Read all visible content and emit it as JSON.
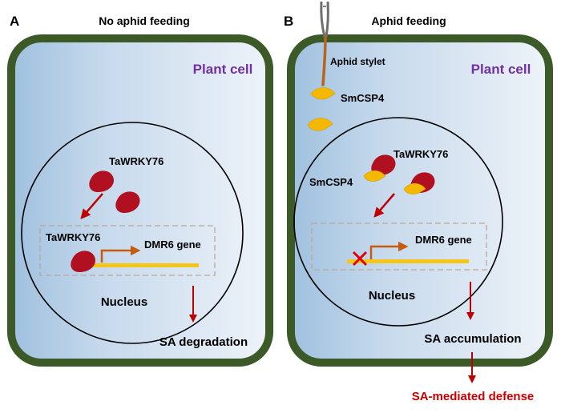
{
  "panel_a": {
    "letter": "A",
    "title": "No aphid feeding",
    "cell_label": "Plant cell",
    "protein_label": "TaWRKY76",
    "promoter_protein_label": "TaWRKY76",
    "gene_label": "DMR6 gene",
    "nucleus_label": "Nucleus",
    "outcome": "SA degradation"
  },
  "panel_b": {
    "letter": "B",
    "title": "Aphid feeding",
    "stylet_label": "Aphid stylet",
    "cell_label": "Plant cell",
    "effector_label": "SmCSP4",
    "complex_effector_label": "SmCSP4",
    "protein_label": "TaWRKY76",
    "gene_label": "DMR6 gene",
    "nucleus_label": "Nucleus",
    "outcome": "SA accumulation",
    "final_outcome": "SA-mediated defense"
  },
  "colors": {
    "cell_wall": "#3b5a28",
    "cytoplasm_light": "#eef3f9",
    "cytoplasm_dark": "#9fc0de",
    "plant_cell_label": "#7030a0",
    "wrky_protein": "#b01020",
    "csp4_protein": "#f5b800",
    "arrow": "#c00000",
    "promoter_arrow": "#c55a11",
    "gene_bar": "#f5c518",
    "stylet": "#b5651d",
    "inhibition_x": "#e00000",
    "defense_text": "#cc0000"
  },
  "icons": {
    "wrky": "red-leaf-protein-icon",
    "csp4": "yellow-half-disc-icon",
    "block": "red-x-icon",
    "stylet": "aphid-stylet-icon"
  }
}
